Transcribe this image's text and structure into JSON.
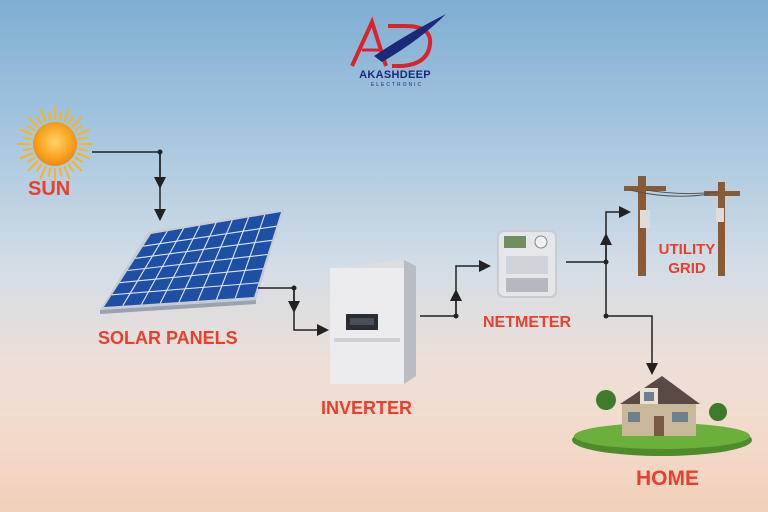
{
  "logo": {
    "brand": "AKASHDEEP",
    "tagline": "ELECTRONIC"
  },
  "labels": {
    "sun": "SUN",
    "solar_panels": "SOLAR PANELS",
    "inverter": "INVERTER",
    "netmeter": "NETMETER",
    "utility_grid_line1": "UTILITY",
    "utility_grid_line2": "GRID",
    "home": "HOME"
  },
  "colors": {
    "label_red": "#e8402c",
    "logo_navy": "#1b2a78",
    "logo_red": "#d9252a",
    "connector": "#222222"
  },
  "icons": [
    "sun-icon",
    "solar-panel-icon",
    "inverter-icon",
    "netmeter-icon",
    "utility-pole-icon",
    "home-icon",
    "brand-logo-icon"
  ]
}
